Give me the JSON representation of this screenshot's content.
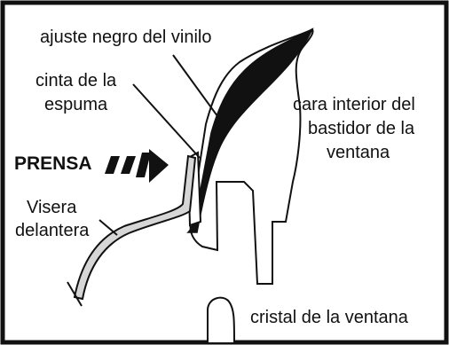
{
  "labels": {
    "vinyl_trim": "ajuste negro del vinilo",
    "foam_tape_line1": "cinta de la",
    "foam_tape_line2": "espuma",
    "sash_line1": "cara interior del",
    "sash_line2": "bastidor de la",
    "sash_line3": "ventana",
    "clamp": "PRENSA",
    "visor_line1": "Visera",
    "visor_line2": "delantera",
    "glass": "cristal de la ventana"
  },
  "colors": {
    "ink": "#111111",
    "background": "#ffffff",
    "visor_fill": "#d6d6d6"
  },
  "icons": {
    "clamp_arrow": "dashed-right-arrow"
  }
}
